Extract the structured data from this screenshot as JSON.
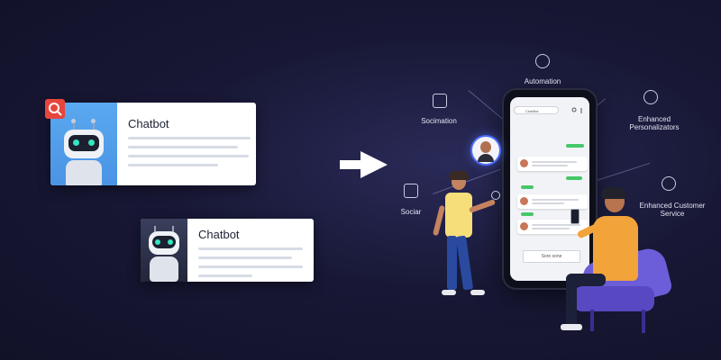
{
  "cards": [
    {
      "title": "Chatbot"
    },
    {
      "title": "Chatbot"
    }
  ],
  "phone": {
    "app_name": "ChatBot",
    "button_label": "Sore sone"
  },
  "features": [
    {
      "label": "Automation",
      "icon": "gear-icon"
    },
    {
      "label": "Socimation",
      "icon": "user-icon"
    },
    {
      "label": "Enhanced Personalizators",
      "icon": "person-icon"
    },
    {
      "label": "Sociar",
      "icon": "chat-icon"
    },
    {
      "label": "Enhanced Customer Service",
      "icon": "support-icon"
    }
  ],
  "colors": {
    "background": "#181836",
    "card_bot_bg": "#5aa8f0",
    "badge_red": "#e8453c",
    "chat_green": "#46c769",
    "chair_purple": "#6c5ed8",
    "shirt_yellow": "#f6de7a",
    "shirt_orange": "#f2a33a"
  }
}
